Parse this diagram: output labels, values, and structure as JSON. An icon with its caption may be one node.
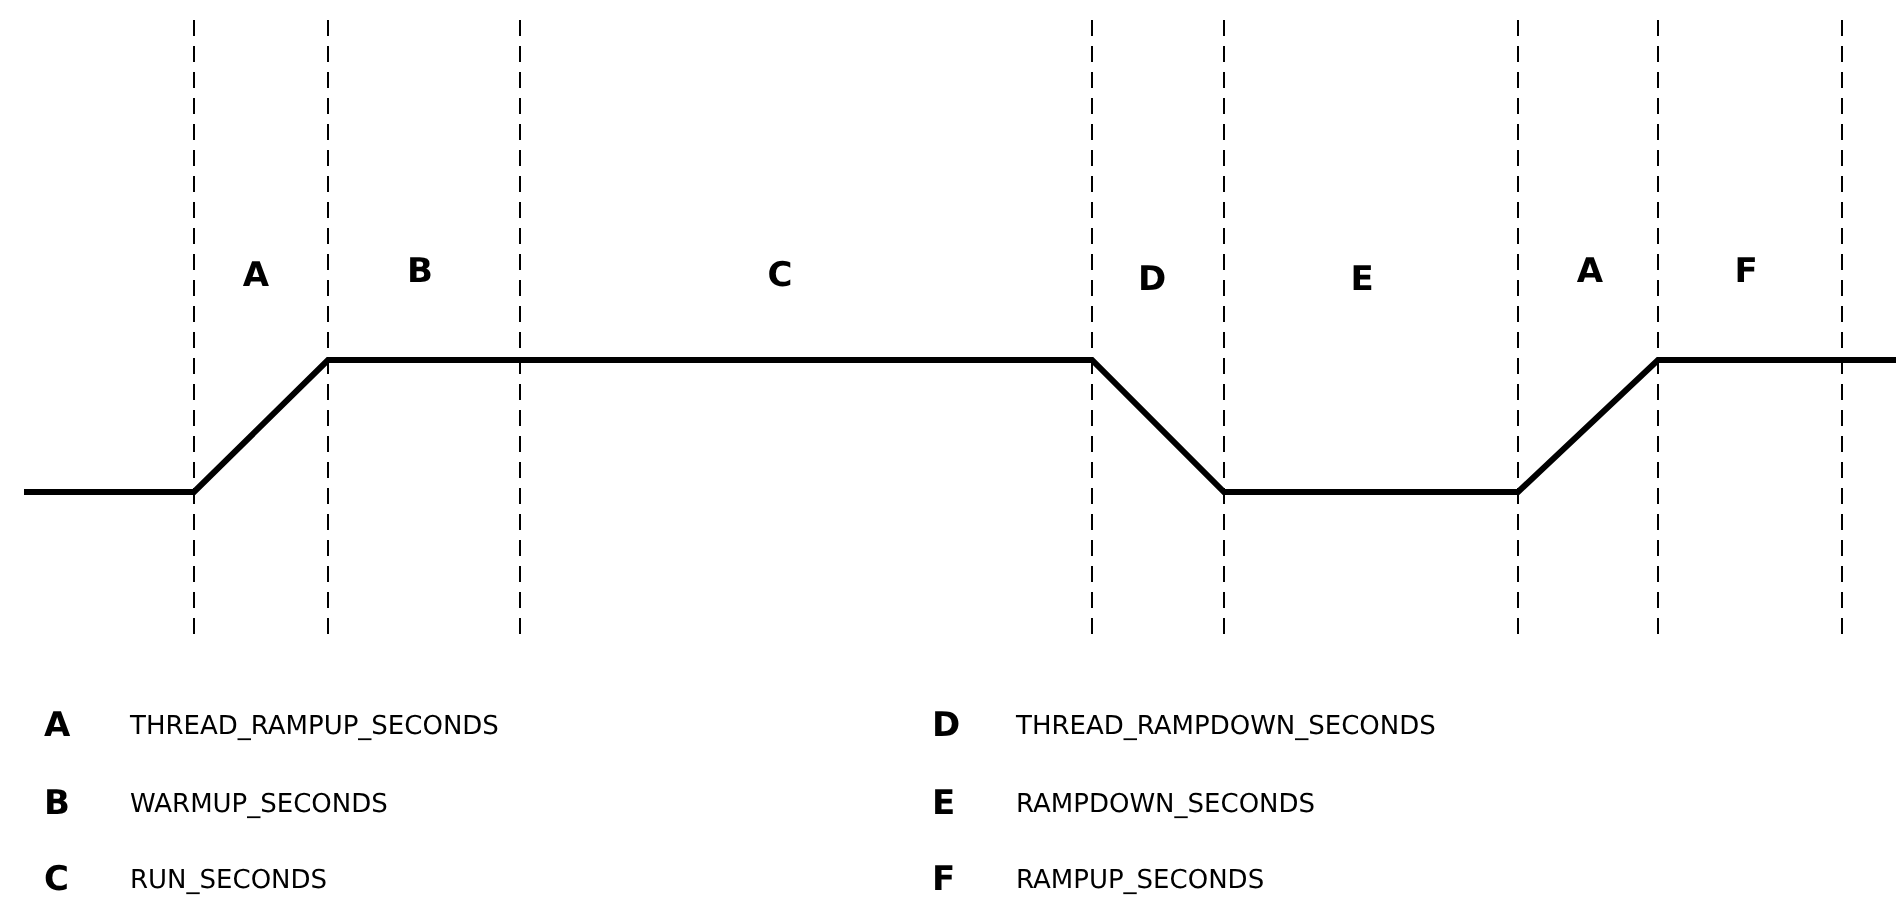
{
  "diagram": {
    "labels": [
      "A",
      "B",
      "C",
      "D",
      "E",
      "A",
      "F",
      "A",
      "THREAD_RAMPUP_SECONDS",
      "D",
      "THREAD_RAMPDOWN_SECONDS",
      "B",
      "WARMUP_SECONDS",
      "E",
      "RAMPDOWN_SECONDS",
      "C",
      "RUN_SECONDS",
      "F",
      "RAMPUP_SECONDS"
    ]
  }
}
